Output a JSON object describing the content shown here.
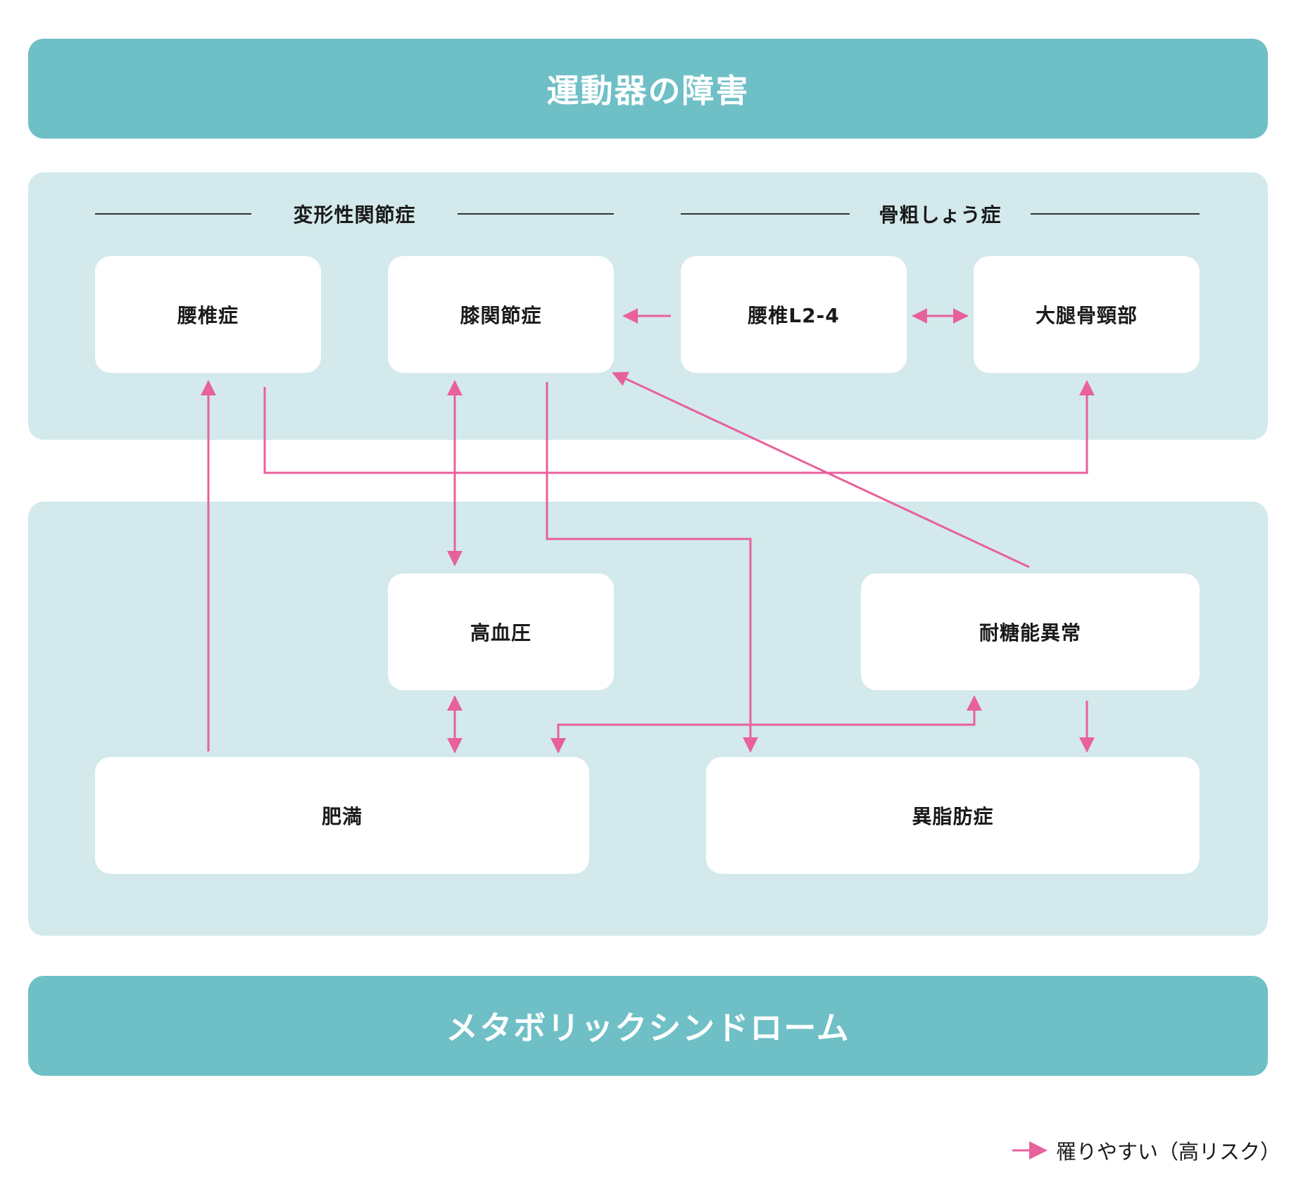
{
  "title_band": {
    "label": "運動器の障害"
  },
  "bottom_band": {
    "label": "メタボリックシンドローム"
  },
  "group_headings": {
    "osteoarthritis": "変形性関節症",
    "osteoporosis": "骨粗しょう症"
  },
  "nodes": {
    "lumbar_spondylosis": "腰椎症",
    "knee_osteoarthritis": "膝関節症",
    "lumbar_l2_4": "腰椎L2-4",
    "femoral_neck": "大腿骨頸部",
    "hypertension": "高血圧",
    "glucose_intolerance": "耐糖能異常",
    "obesity": "肥満",
    "dyslipidemia": "異脂肪症"
  },
  "legend": {
    "label": "罹りやすい（高リスク）"
  },
  "colors": {
    "band": "#6fbfc6",
    "panel": "#d3e9eb",
    "node": "#ffffff",
    "arrow": "#e8609c",
    "text": "#1a1a1a"
  }
}
